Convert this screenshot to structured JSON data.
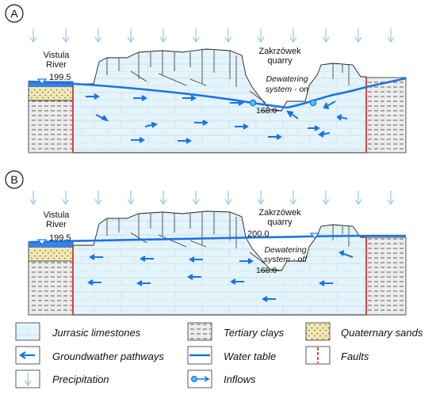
{
  "panels": [
    {
      "letter": "A",
      "river": [
        "Vistula",
        "River"
      ],
      "quarry": [
        "Zakrzówek",
        "quarry"
      ],
      "dewatering": [
        "Dewatering",
        "system  - on"
      ],
      "level_river": "199.5",
      "level_quarry": "168.0",
      "level_lake": ""
    },
    {
      "letter": "B",
      "river": [
        "Vistula",
        "River"
      ],
      "quarry": [
        "Zakrzówek",
        "quarry"
      ],
      "dewatering": [
        "Dewatering",
        "system  - off"
      ],
      "level_river": "199.5",
      "level_quarry": "168.0",
      "level_lake": "200.0"
    }
  ],
  "legend": {
    "limestone": "Jurrasic limestones",
    "clays": "Tertiary clays",
    "sands": "Quaternary sands",
    "pathways": "Groundwather pathways",
    "water_table": "Water table",
    "faults": "Faults",
    "precipitation": "Precipitation",
    "inflows": "Inflows"
  },
  "colors": {
    "water": "#1a73e8",
    "limestone": "#e4f4fb",
    "sand": "#f4e8b2",
    "fault": "#d81b1b",
    "precip_arrow": "#9fc9ea"
  }
}
